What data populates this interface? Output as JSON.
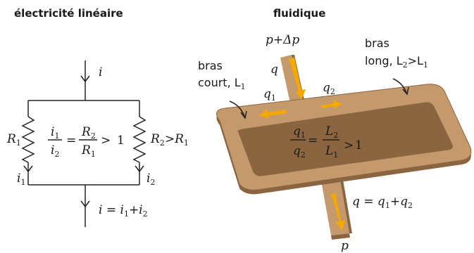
{
  "titles": {
    "left": "électricité linéaire",
    "right": "fluidique"
  },
  "electric": {
    "current_in": "i",
    "r1_symbol": "R",
    "r1_sub": "1",
    "r2_symbol": "R",
    "r2_sub": "2",
    "r2_condition_rel": ">",
    "r2_condition_rhs": "R",
    "r2_condition_rhs_sub": "1",
    "branch_current_left": "i",
    "branch_current_left_sub": "1",
    "branch_current_right": "i",
    "branch_current_right_sub": "2",
    "ratio": {
      "num": "i",
      "num_sub": "1",
      "den": "i",
      "den_sub": "2",
      "eq": "=",
      "num2": "R",
      "num2_sub": "2",
      "den2": "R",
      "den2_sub": "1",
      "rel": ">",
      "rhs": "1"
    },
    "current_out": "i = i",
    "current_out_sub1": "1",
    "current_out_plus": "+i",
    "current_out_sub2": "2"
  },
  "fluid": {
    "inlet_pressure": "p+Δp",
    "outlet_pressure": "p",
    "inlet_flow": "q",
    "short_arm_label_line1": "bras",
    "short_arm_label_line2": "court, L",
    "short_arm_sub": "1",
    "long_arm_label_line1": "bras",
    "long_arm_label_line2": "long, L",
    "long_arm_sub": "2",
    "long_arm_rel": ">L",
    "long_arm_rel_sub": "1",
    "flow_left": "q",
    "flow_left_sub": "1",
    "flow_right": "q",
    "flow_right_sub": "2",
    "ratio": {
      "num": "q",
      "num_sub": "1",
      "den": "q",
      "den_sub": "2",
      "eq": "=",
      "num2": "L",
      "num2_sub": "2",
      "den2": "L",
      "den2_sub": "1",
      "rel": ">",
      "rhs": "1"
    },
    "outlet_flow": "q = q",
    "outlet_flow_sub1": "1",
    "outlet_flow_plus": "+q",
    "outlet_flow_sub2": "2"
  },
  "colors": {
    "channel_top": "#c49a6c",
    "channel_side": "#8a6540",
    "arrow": "#f5a800",
    "wire": "#222222"
  }
}
